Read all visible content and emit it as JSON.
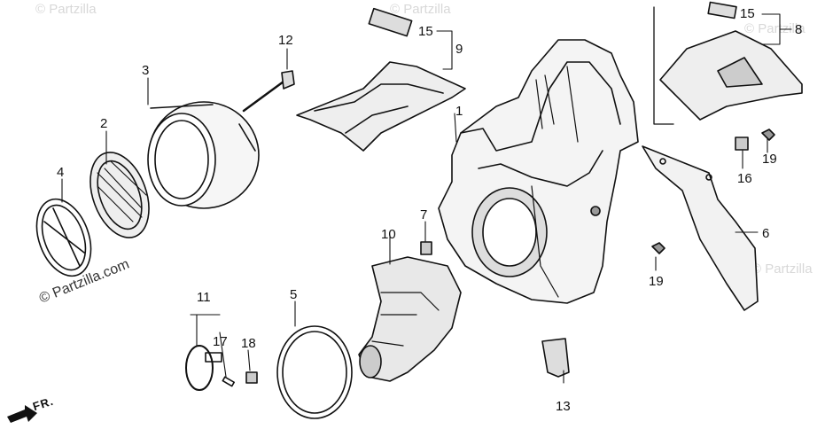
{
  "watermarks": [
    "© Partzilla",
    "© Partzilla",
    "© Partzilla",
    "© Partzilla.com",
    "© Partzilla"
  ],
  "direction_marker": "FR.",
  "callouts": [
    {
      "id": "c1",
      "text": "1"
    },
    {
      "id": "c2",
      "text": "2"
    },
    {
      "id": "c3",
      "text": "3"
    },
    {
      "id": "c4",
      "text": "4"
    },
    {
      "id": "c5",
      "text": "5"
    },
    {
      "id": "c6",
      "text": "6"
    },
    {
      "id": "c7",
      "text": "7"
    },
    {
      "id": "c8",
      "text": "8"
    },
    {
      "id": "c9",
      "text": "9"
    },
    {
      "id": "c10",
      "text": "10"
    },
    {
      "id": "c11",
      "text": "11"
    },
    {
      "id": "c12",
      "text": "12"
    },
    {
      "id": "c13",
      "text": "13"
    },
    {
      "id": "c15a",
      "text": "15"
    },
    {
      "id": "c15b",
      "text": "15"
    },
    {
      "id": "c16",
      "text": "16"
    },
    {
      "id": "c17",
      "text": "17"
    },
    {
      "id": "c18",
      "text": "18"
    },
    {
      "id": "c19a",
      "text": "19"
    },
    {
      "id": "c19b",
      "text": "19"
    }
  ]
}
